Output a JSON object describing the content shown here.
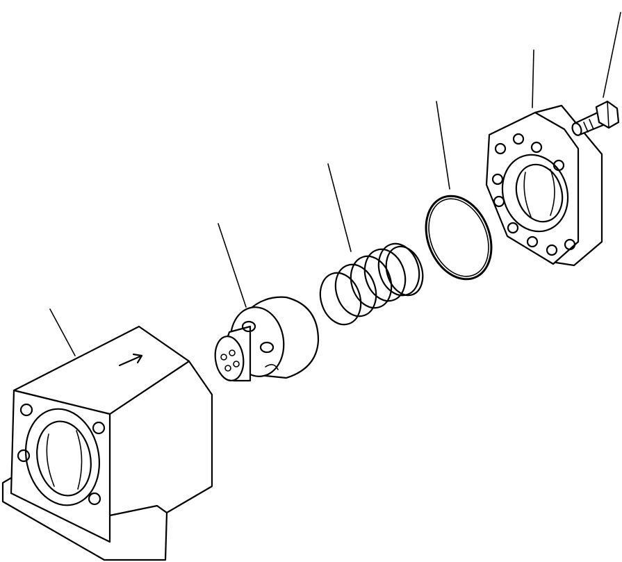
{
  "diagram": {
    "parts": [
      {
        "id": "valve-body"
      },
      {
        "id": "spool"
      },
      {
        "id": "spring"
      },
      {
        "id": "o-ring"
      },
      {
        "id": "flange-cover"
      },
      {
        "id": "bolt"
      }
    ],
    "flow_arrow": "flow-direction-arrow-icon"
  }
}
